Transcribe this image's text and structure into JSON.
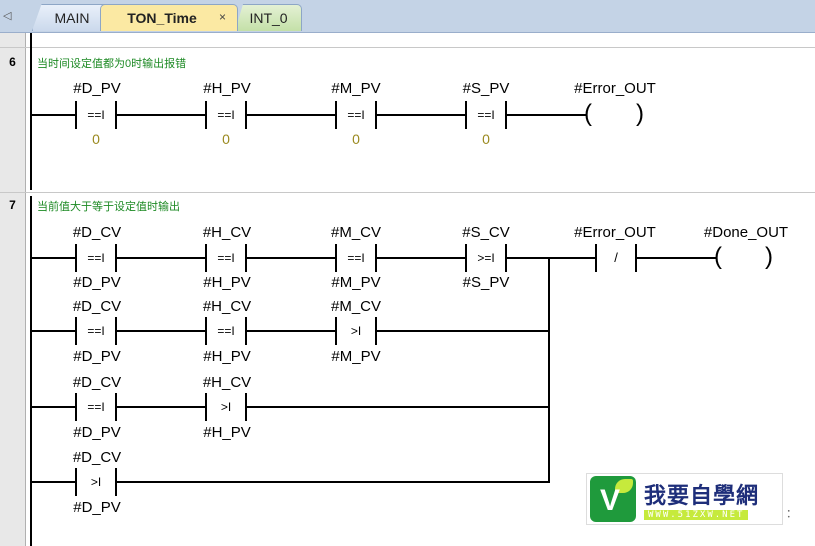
{
  "tabs": [
    {
      "label": "MAIN"
    },
    {
      "label": "TON_Time",
      "close": "×"
    },
    {
      "label": "INT_0"
    }
  ],
  "networks": [
    {
      "number": "6",
      "comment": "当时间设定值都为0时输出报错",
      "contacts": [
        {
          "top": "#D_PV",
          "op": "==I",
          "bottom": "0"
        },
        {
          "top": "#H_PV",
          "op": "==I",
          "bottom": "0"
        },
        {
          "top": "#M_PV",
          "op": "==I",
          "bottom": "0"
        },
        {
          "top": "#S_PV",
          "op": "==I",
          "bottom": "0"
        }
      ],
      "coil": {
        "label": "#Error_OUT"
      }
    },
    {
      "number": "7",
      "comment": "当前值大于等于设定值时输出",
      "row1": [
        {
          "top": "#D_CV",
          "op": "==I",
          "bottom": "#D_PV"
        },
        {
          "top": "#H_CV",
          "op": "==I",
          "bottom": "#H_PV"
        },
        {
          "top": "#M_CV",
          "op": "==I",
          "bottom": "#M_PV"
        },
        {
          "top": "#S_CV",
          "op": ">=I",
          "bottom": "#S_PV"
        }
      ],
      "row2": [
        {
          "top": "#D_CV",
          "op": "==I",
          "bottom": "#D_PV"
        },
        {
          "top": "#H_CV",
          "op": "==I",
          "bottom": "#H_PV"
        },
        {
          "top": "#M_CV",
          "op": ">I",
          "bottom": "#M_PV"
        }
      ],
      "row3": [
        {
          "top": "#D_CV",
          "op": "==I",
          "bottom": "#D_PV"
        },
        {
          "top": "#H_CV",
          "op": ">I",
          "bottom": "#H_PV"
        }
      ],
      "row4": [
        {
          "top": "#D_CV",
          "op": ">I",
          "bottom": "#D_PV"
        }
      ],
      "nc_contact": {
        "top": "#Error_OUT",
        "op": "/"
      },
      "coil": {
        "label": "#Done_OUT"
      }
    }
  ],
  "watermark": {
    "brand_cn": "我要自學網",
    "url": "WWW.51ZXW.NET",
    "tail": "："
  }
}
